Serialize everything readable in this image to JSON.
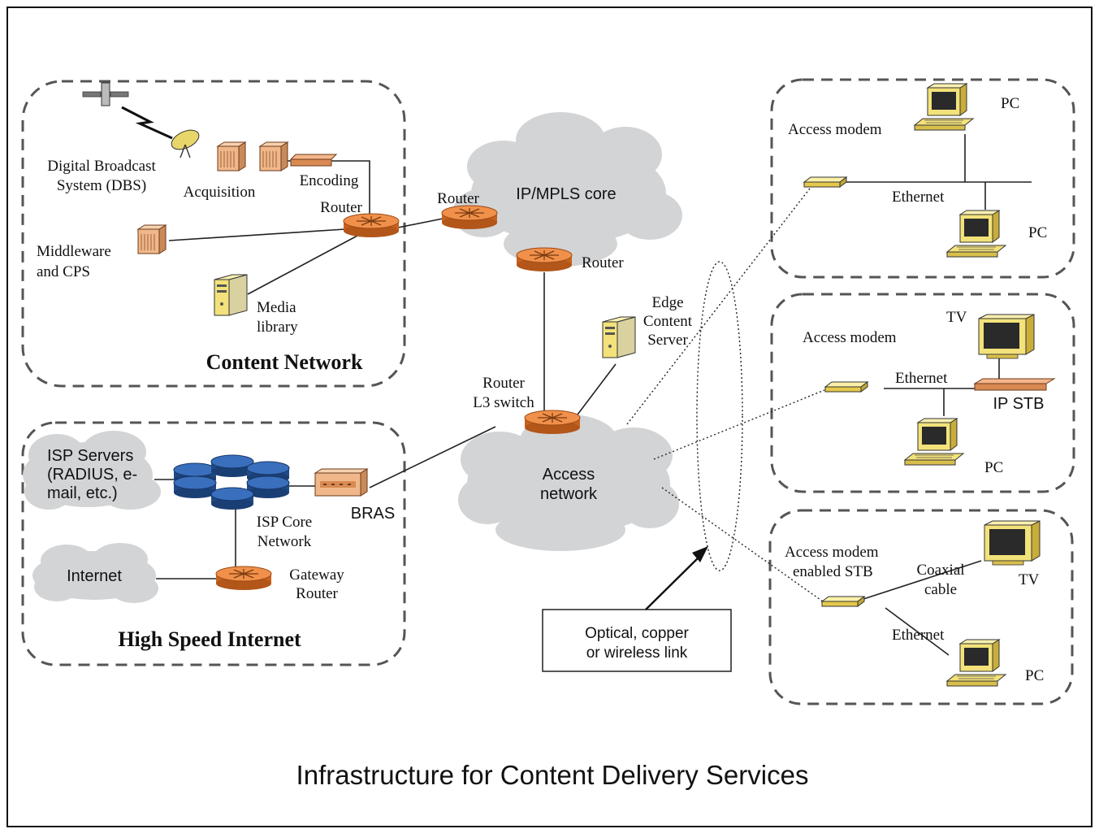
{
  "caption": "Infrastructure for Content Delivery Services",
  "regions": {
    "content_network": "Content Network",
    "high_speed_internet": "High Speed Internet"
  },
  "content_network": {
    "dbs_line1": "Digital Broadcast",
    "dbs_line2": "System (DBS)",
    "acquisition": "Acquisition",
    "encoding": "Encoding",
    "router": "Router",
    "middleware_line1": "Middleware",
    "middleware_line2": "and CPS",
    "media_line1": "Media",
    "media_line2": "library"
  },
  "core": {
    "cloud_label": "IP/MPLS core",
    "router_left": "Router",
    "router_bottom": "Router",
    "edge_line1": "Edge",
    "edge_line2": "Content",
    "edge_line3": "Server",
    "l3_line1": "Router",
    "l3_line2": "L3 switch",
    "access_line1": "Access",
    "access_line2": "network"
  },
  "internet": {
    "isp_servers_line1": "ISP Servers",
    "isp_servers_line2": "(RADIUS, e-",
    "isp_servers_line3": "mail, etc.)",
    "isp_core_line1": "ISP Core",
    "isp_core_line2": "Network",
    "bras": "BRAS",
    "internet_cloud": "Internet",
    "gateway_line1": "Gateway",
    "gateway_line2": "Router"
  },
  "home1": {
    "access_modem": "Access modem",
    "ethernet": "Ethernet",
    "pc_top": "PC",
    "pc_bottom": "PC"
  },
  "home2": {
    "access_modem": "Access modem",
    "ethernet": "Ethernet",
    "tv": "TV",
    "ip_stb": "IP STB",
    "pc": "PC"
  },
  "home3": {
    "modem_line1": "Access modem",
    "modem_line2": "enabled STB",
    "coax_line1": "Coaxial",
    "coax_line2": "cable",
    "tv": "TV",
    "ethernet": "Ethernet",
    "pc": "PC"
  },
  "link_note": {
    "line1": "Optical, copper",
    "line2": "or wireless link"
  },
  "colors": {
    "router_orange": "#e8823a",
    "isp_blue": "#2c5fa8",
    "device_yellow": "#f3e27a",
    "cloud_gray": "#d3d4d6"
  }
}
